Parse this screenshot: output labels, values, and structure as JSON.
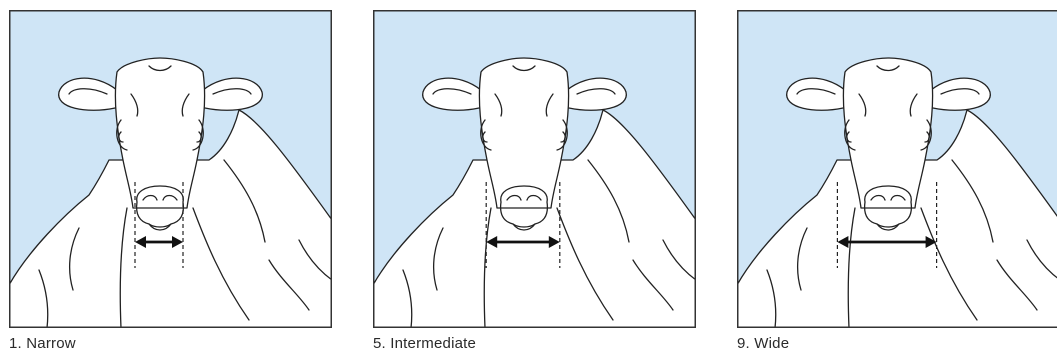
{
  "colors": {
    "sky": "#cfe5f6",
    "outline": "#222222",
    "frame": "#333333",
    "fill": "#ffffff"
  },
  "panels": [
    {
      "caption": "1. Narrow",
      "muzzle_width_score": 1
    },
    {
      "caption": "5. Intermediate",
      "muzzle_width_score": 5
    },
    {
      "caption": "9. Wide",
      "muzzle_width_score": 9
    }
  ]
}
